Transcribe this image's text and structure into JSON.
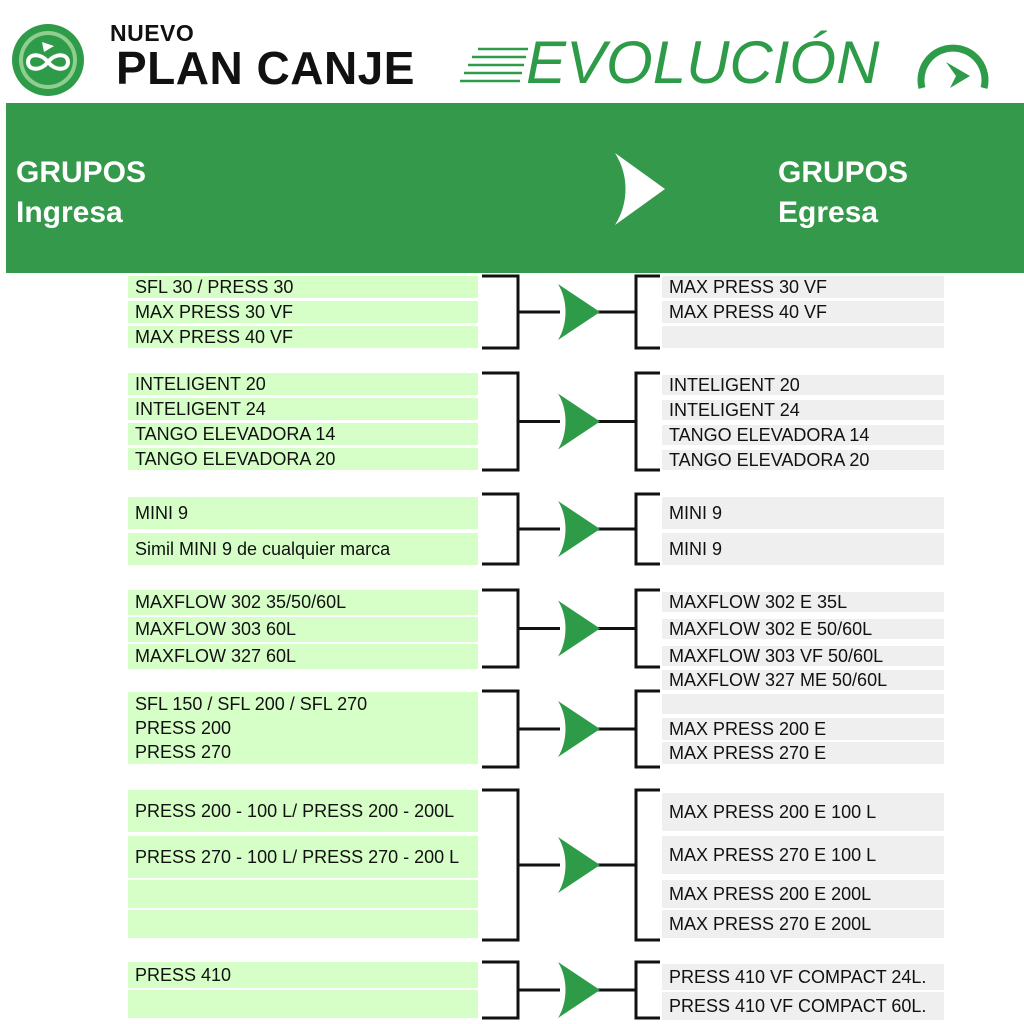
{
  "header": {
    "nuevo": "NUEVO",
    "plan": "PLAN CANJE",
    "evolucion": "EVOLUCIÓN",
    "logo_icon": "infinity-leaf-icon",
    "speed_icon": "speed-lines-icon",
    "arrow_icon": "arrow-gauge-icon"
  },
  "band": {
    "left_title": "GRUPOS",
    "left_sub": "Ingresa",
    "right_title": "GRUPOS",
    "right_sub": "Egresa",
    "chevron_icon": "chevron-right-icon"
  },
  "colors": {
    "brand_green": "#34994a",
    "text_green": "#2e9b48",
    "left_cell": "#d6ffc8",
    "right_cell": "#efefef"
  },
  "groups": [
    {
      "ingresa": [
        "SFL 30 / PRESS 30",
        "MAX PRESS 30 VF",
        "MAX PRESS 40 VF"
      ],
      "egresa": [
        "MAX PRESS 30 VF",
        "MAX PRESS 40 VF",
        ""
      ]
    },
    {
      "ingresa": [
        "INTELIGENT 20",
        "INTELIGENT 24",
        "TANGO ELEVADORA 14",
        "TANGO ELEVADORA 20"
      ],
      "egresa": [
        "INTELIGENT 20",
        "INTELIGENT 24",
        "TANGO ELEVADORA 14",
        "TANGO ELEVADORA 20"
      ]
    },
    {
      "ingresa": [
        "MINI 9",
        "Simil MINI 9 de cualquier marca"
      ],
      "egresa": [
        "MINI 9",
        "MINI 9"
      ]
    },
    {
      "ingresa": [
        "MAXFLOW 302 35/50/60L",
        "MAXFLOW 303 60L",
        "MAXFLOW 327 60L"
      ],
      "egresa": [
        "MAXFLOW 302 E 35L",
        "MAXFLOW 302 E 50/60L",
        "MAXFLOW 303 VF 50/60L",
        "MAXFLOW 327 ME 50/60L"
      ]
    },
    {
      "ingresa": [
        "SFL 150 / SFL 200 / SFL 270",
        "PRESS 200",
        "PRESS 270"
      ],
      "egresa": [
        "",
        "MAX PRESS 200 E",
        "MAX PRESS 270 E"
      ]
    },
    {
      "ingresa": [
        "PRESS 200 - 100 L/ PRESS 200 - 200L",
        "PRESS 270 - 100 L/ PRESS 270 - 200 L",
        "",
        ""
      ],
      "egresa": [
        "MAX PRESS 200 E 100 L",
        "MAX PRESS 270 E 100 L",
        "MAX PRESS 200 E 200L",
        "MAX PRESS 270 E 200L"
      ]
    },
    {
      "ingresa": [
        "PRESS 410",
        ""
      ],
      "egresa": [
        "PRESS 410 VF COMPACT  24L.",
        "PRESS 410 VF COMPACT  60L."
      ]
    }
  ]
}
